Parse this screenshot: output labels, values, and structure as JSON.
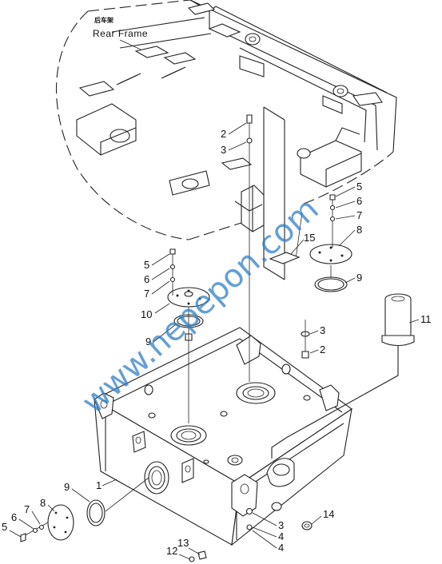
{
  "frame_label": {
    "zh": "后车架",
    "en": "Rear Frame"
  },
  "watermark": "www.nepepon.com",
  "callouts": [
    {
      "id": "c1",
      "text": "1"
    },
    {
      "id": "c2a",
      "text": "2"
    },
    {
      "id": "c3a",
      "text": "3"
    },
    {
      "id": "c5a",
      "text": "5"
    },
    {
      "id": "c6a",
      "text": "6"
    },
    {
      "id": "c7a",
      "text": "7"
    },
    {
      "id": "c8a",
      "text": "8"
    },
    {
      "id": "c15",
      "text": "15"
    },
    {
      "id": "c9a",
      "text": "9"
    },
    {
      "id": "c5b",
      "text": "5"
    },
    {
      "id": "c6b",
      "text": "6"
    },
    {
      "id": "c7b",
      "text": "7"
    },
    {
      "id": "c10",
      "text": "10"
    },
    {
      "id": "c9b",
      "text": "9"
    },
    {
      "id": "c3b",
      "text": "3"
    },
    {
      "id": "c2b",
      "text": "2"
    },
    {
      "id": "c11",
      "text": "11"
    },
    {
      "id": "c9c",
      "text": "9"
    },
    {
      "id": "c7c",
      "text": "7"
    },
    {
      "id": "c8c",
      "text": "8"
    },
    {
      "id": "c6c",
      "text": "6"
    },
    {
      "id": "c5c",
      "text": "5"
    },
    {
      "id": "c3c",
      "text": "3"
    },
    {
      "id": "c4a",
      "text": "4"
    },
    {
      "id": "c4b",
      "text": "4"
    },
    {
      "id": "c14",
      "text": "14"
    },
    {
      "id": "c13",
      "text": "13"
    },
    {
      "id": "c12",
      "text": "12"
    }
  ],
  "colors": {
    "line": "#222222",
    "watermark": "#2f7fc9",
    "background": "#ffffff"
  }
}
